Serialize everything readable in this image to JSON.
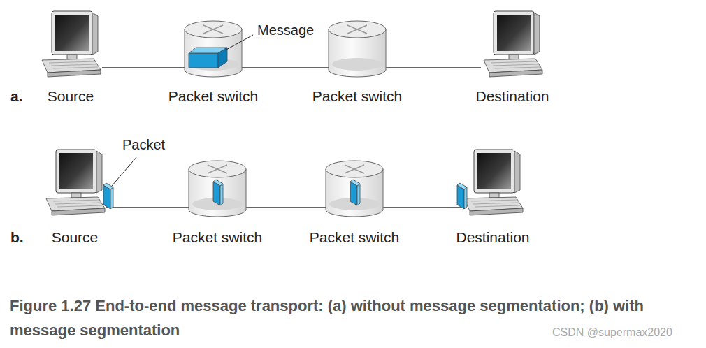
{
  "diagram": {
    "caption": "Figure 1.27 End-to-end message transport: (a) without message segmentation; (b) with message segmentation",
    "nodes": [
      {
        "text": [
          "Source"
        ]
      },
      {
        "text": [
          "Packet switch"
        ]
      },
      {
        "text": [
          "Packet switch"
        ]
      },
      {
        "text": [
          "Destination"
        ]
      },
      {
        "text": [
          "Source"
        ]
      },
      {
        "text": [
          "Packet switch"
        ]
      },
      {
        "text": [
          "Packet switch"
        ]
      },
      {
        "text": [
          "Destination"
        ]
      }
    ],
    "edges": [
      {
        "from": 0,
        "to": 1,
        "arrow": "none"
      },
      {
        "from": 1,
        "to": 2,
        "arrow": "none"
      },
      {
        "from": 2,
        "to": 3,
        "arrow": "none"
      },
      {
        "from": 4,
        "to": 5,
        "arrow": "none"
      },
      {
        "from": 5,
        "to": 6,
        "arrow": "none"
      },
      {
        "from": 6,
        "to": 7,
        "arrow": "none"
      }
    ],
    "labels": [
      "a.",
      "Message",
      "b.",
      "Packet",
      "CSDN @supermax2020"
    ]
  }
}
